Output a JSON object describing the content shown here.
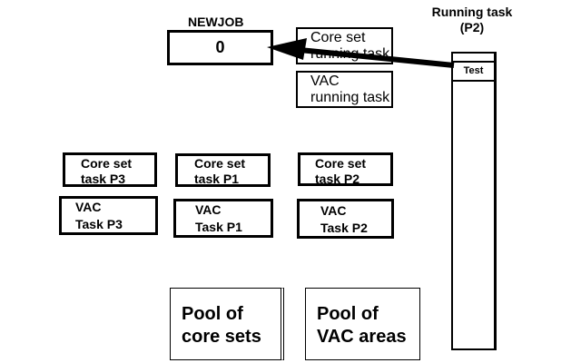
{
  "newjob": {
    "label": "NEWJOB",
    "value": "0"
  },
  "running_task": {
    "label_line1": "Running task",
    "label_line2": "(P2)",
    "entry": "Test"
  },
  "running_boxes": {
    "core_set": [
      "Core set",
      "running task"
    ],
    "vac": [
      "VAC",
      "running task"
    ]
  },
  "tasks": {
    "core_set": [
      [
        "Core set",
        "task P3"
      ],
      [
        "Core set",
        "task P1"
      ],
      [
        "Core set",
        "task P2"
      ]
    ],
    "vac": [
      [
        "VAC",
        "Task P3"
      ],
      [
        "VAC",
        "Task P1"
      ],
      [
        "VAC",
        "Task P2"
      ]
    ]
  },
  "pools": [
    [
      "Pool of",
      "core sets"
    ],
    [
      "Pool of",
      "VAC areas"
    ]
  ]
}
